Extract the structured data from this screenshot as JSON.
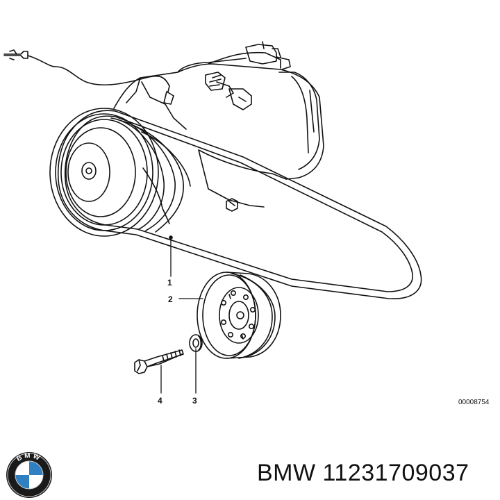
{
  "diagram": {
    "callouts": [
      {
        "id": "1",
        "label": "1"
      },
      {
        "id": "2",
        "label": "2"
      },
      {
        "id": "3",
        "label": "3"
      },
      {
        "id": "4",
        "label": "4"
      }
    ],
    "drawing_number": "00008754"
  },
  "brand": {
    "logo_text": "BMW",
    "caption": "BMW 11231709037"
  },
  "colors": {
    "ink": "#111111",
    "logo_blue": "#2f7fc1",
    "logo_ring": "#1a1a1a"
  },
  "icons": [
    "bmw-logo-icon"
  ]
}
